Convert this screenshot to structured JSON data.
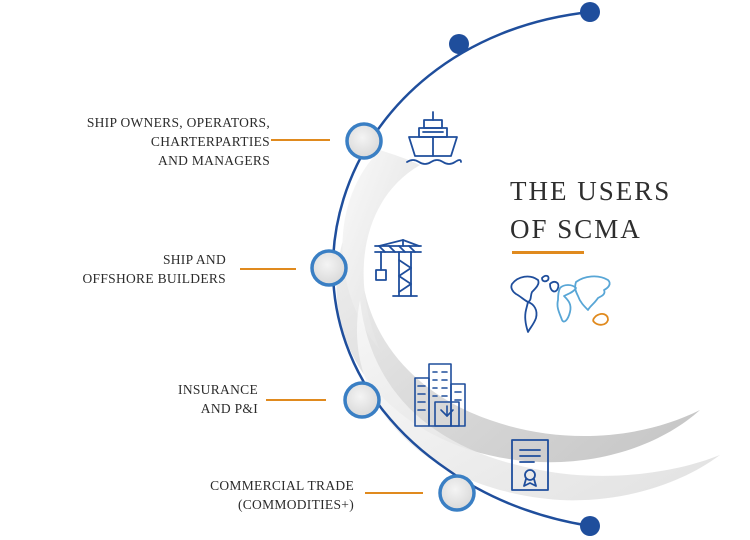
{
  "title": {
    "line1": "THE USERS",
    "line2": "OF SCMA"
  },
  "colors": {
    "arc": "#1f4e9c",
    "node_ring": "#3a7fc4",
    "node_fill": "#e2e2e2",
    "connector": "#e08a1e",
    "icon": "#1f4e9c",
    "map_blue": "#1f4e9c",
    "map_light": "#58a6d6",
    "map_orange": "#e08a1e",
    "swoosh": "#cfcfcf"
  },
  "users": [
    {
      "lines": [
        "SHIP OWNERS, OPERATORS,",
        "CHARTERPARTIES",
        "AND MANAGERS"
      ],
      "icon": "ship-icon"
    },
    {
      "lines": [
        "SHIP AND",
        "OFFSHORE BUILDERS"
      ],
      "icon": "crane-icon"
    },
    {
      "lines": [
        "INSURANCE",
        "AND P&I"
      ],
      "icon": "buildings-icon"
    },
    {
      "lines": [
        "COMMERCIAL TRADE",
        "(COMMODITIES+)"
      ],
      "icon": "certificate-icon"
    }
  ],
  "map_icon": "world-map-icon"
}
